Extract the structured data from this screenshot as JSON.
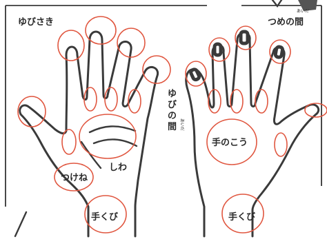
{
  "labels": {
    "yubisaki": "ゆびさき",
    "tsume_no_aida": "つめの間",
    "tsume_ruby": "あいだ",
    "yubi_no_aida_1": "ゆ",
    "yubi_no_aida_2": "び",
    "yubi_no_aida_3": "の",
    "yubi_no_aida_4": "間",
    "yubi_ruby": "あいだ",
    "shiwa": "しわ",
    "tsukene": "つけね",
    "te_no_kou": "手のこう",
    "tekubi_left": "手くび",
    "tekubi_right": "手くび"
  },
  "colors": {
    "outline": "#3a3a3a",
    "marker": "#e0563f",
    "text": "#2a2a2a"
  }
}
